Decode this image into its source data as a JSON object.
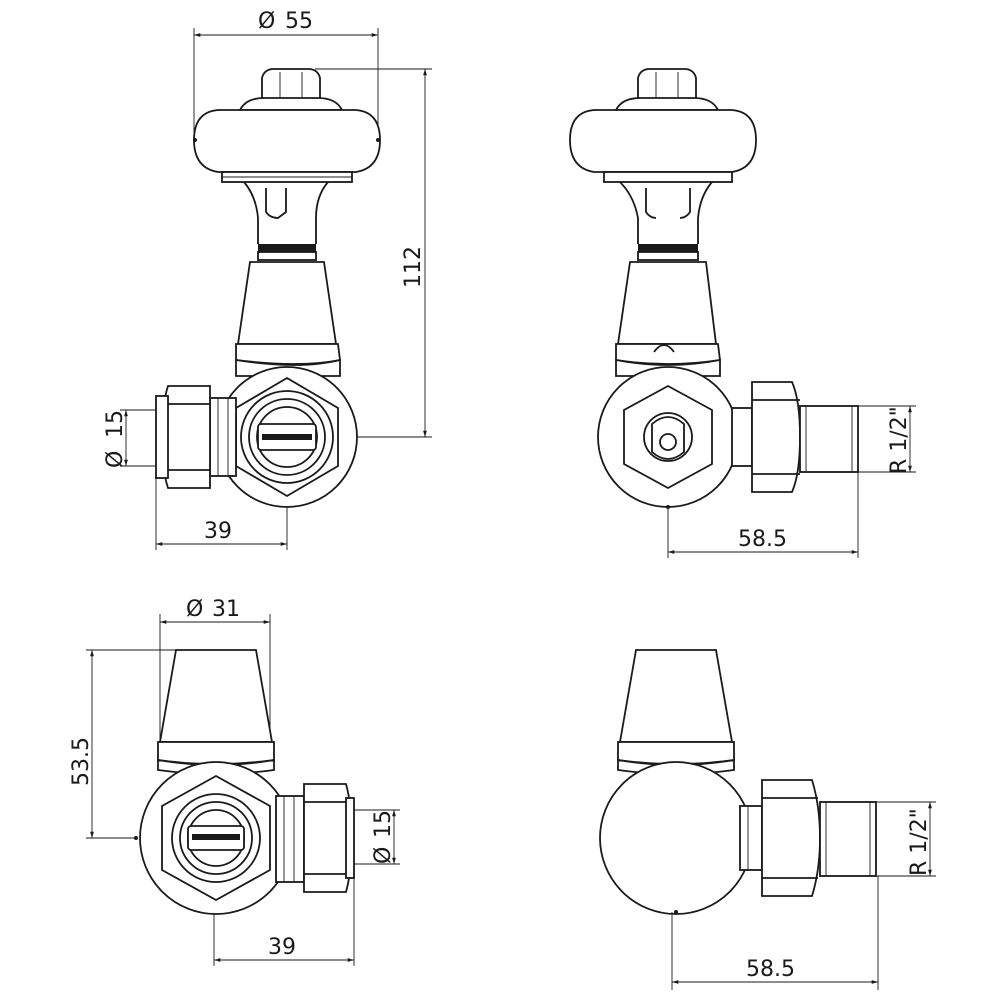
{
  "views": {
    "top_left": {
      "dim_top": "55",
      "dim_height": "112",
      "dim_pipe": "15",
      "dim_width": "39"
    },
    "top_right": {
      "dim_thread": "R 1/2\"",
      "dim_width": "58.5"
    },
    "bottom_left": {
      "dim_top": "31",
      "dim_height": "53.5",
      "dim_pipe": "15",
      "dim_width": "39"
    },
    "bottom_right": {
      "dim_thread": "R 1/2\"",
      "dim_width": "58.5"
    }
  },
  "symbols": {
    "diameter": "Ø"
  },
  "colors": {
    "line": "#1a1a1a",
    "background": "#ffffff"
  }
}
